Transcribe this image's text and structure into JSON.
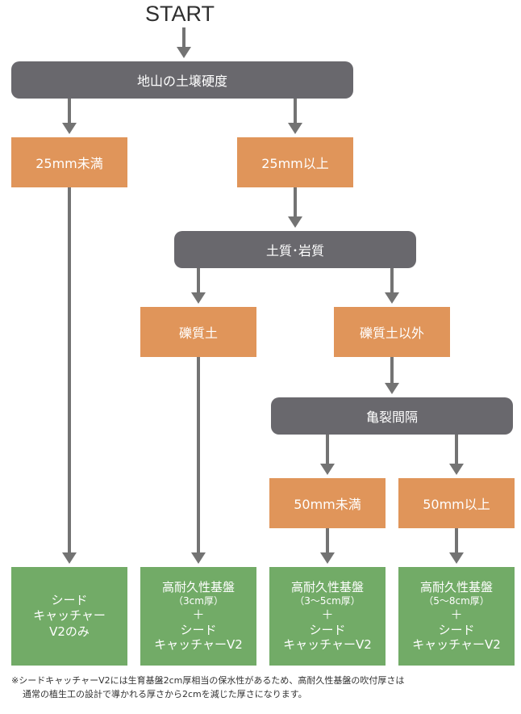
{
  "start": "START",
  "nodes": {
    "hardness": "地山の土壌硬度",
    "lt25": "25mm未満",
    "ge25": "25mm以上",
    "soil_rock": "土質･岩質",
    "gravel": "礫質土",
    "non_gravel": "礫質土以外",
    "crack": "亀裂間隔",
    "lt50": "50mm未満",
    "ge50": "50mm以上"
  },
  "results": {
    "r1": {
      "lines": [
        "シード",
        "キャッチャー",
        "V2のみ"
      ]
    },
    "r2": {
      "title": "高耐久性基盤",
      "sub": "（3cm厚）",
      "plus": "＋",
      "line3": "シード",
      "line4": "キャッチャーV2"
    },
    "r3": {
      "title": "高耐久性基盤",
      "sub": "（3～5cm厚）",
      "plus": "＋",
      "line3": "シード",
      "line4": "キャッチャーV2"
    },
    "r4": {
      "title": "高耐久性基盤",
      "sub": "（5～8cm厚）",
      "plus": "＋",
      "line3": "シード",
      "line4": "キャッチャーV2"
    }
  },
  "note": {
    "line1": "※シードキャッチャーV2には生育基盤2cm厚相当の保水性があるため、高耐久性基盤の吹付厚さは",
    "line2": "通常の植生工の設計で導かれる厚さから2cmを減じた厚さになります。"
  },
  "colors": {
    "decision": "#69686d",
    "condition": "#e0955a",
    "result": "#72ab67",
    "arrow": "#737373"
  }
}
